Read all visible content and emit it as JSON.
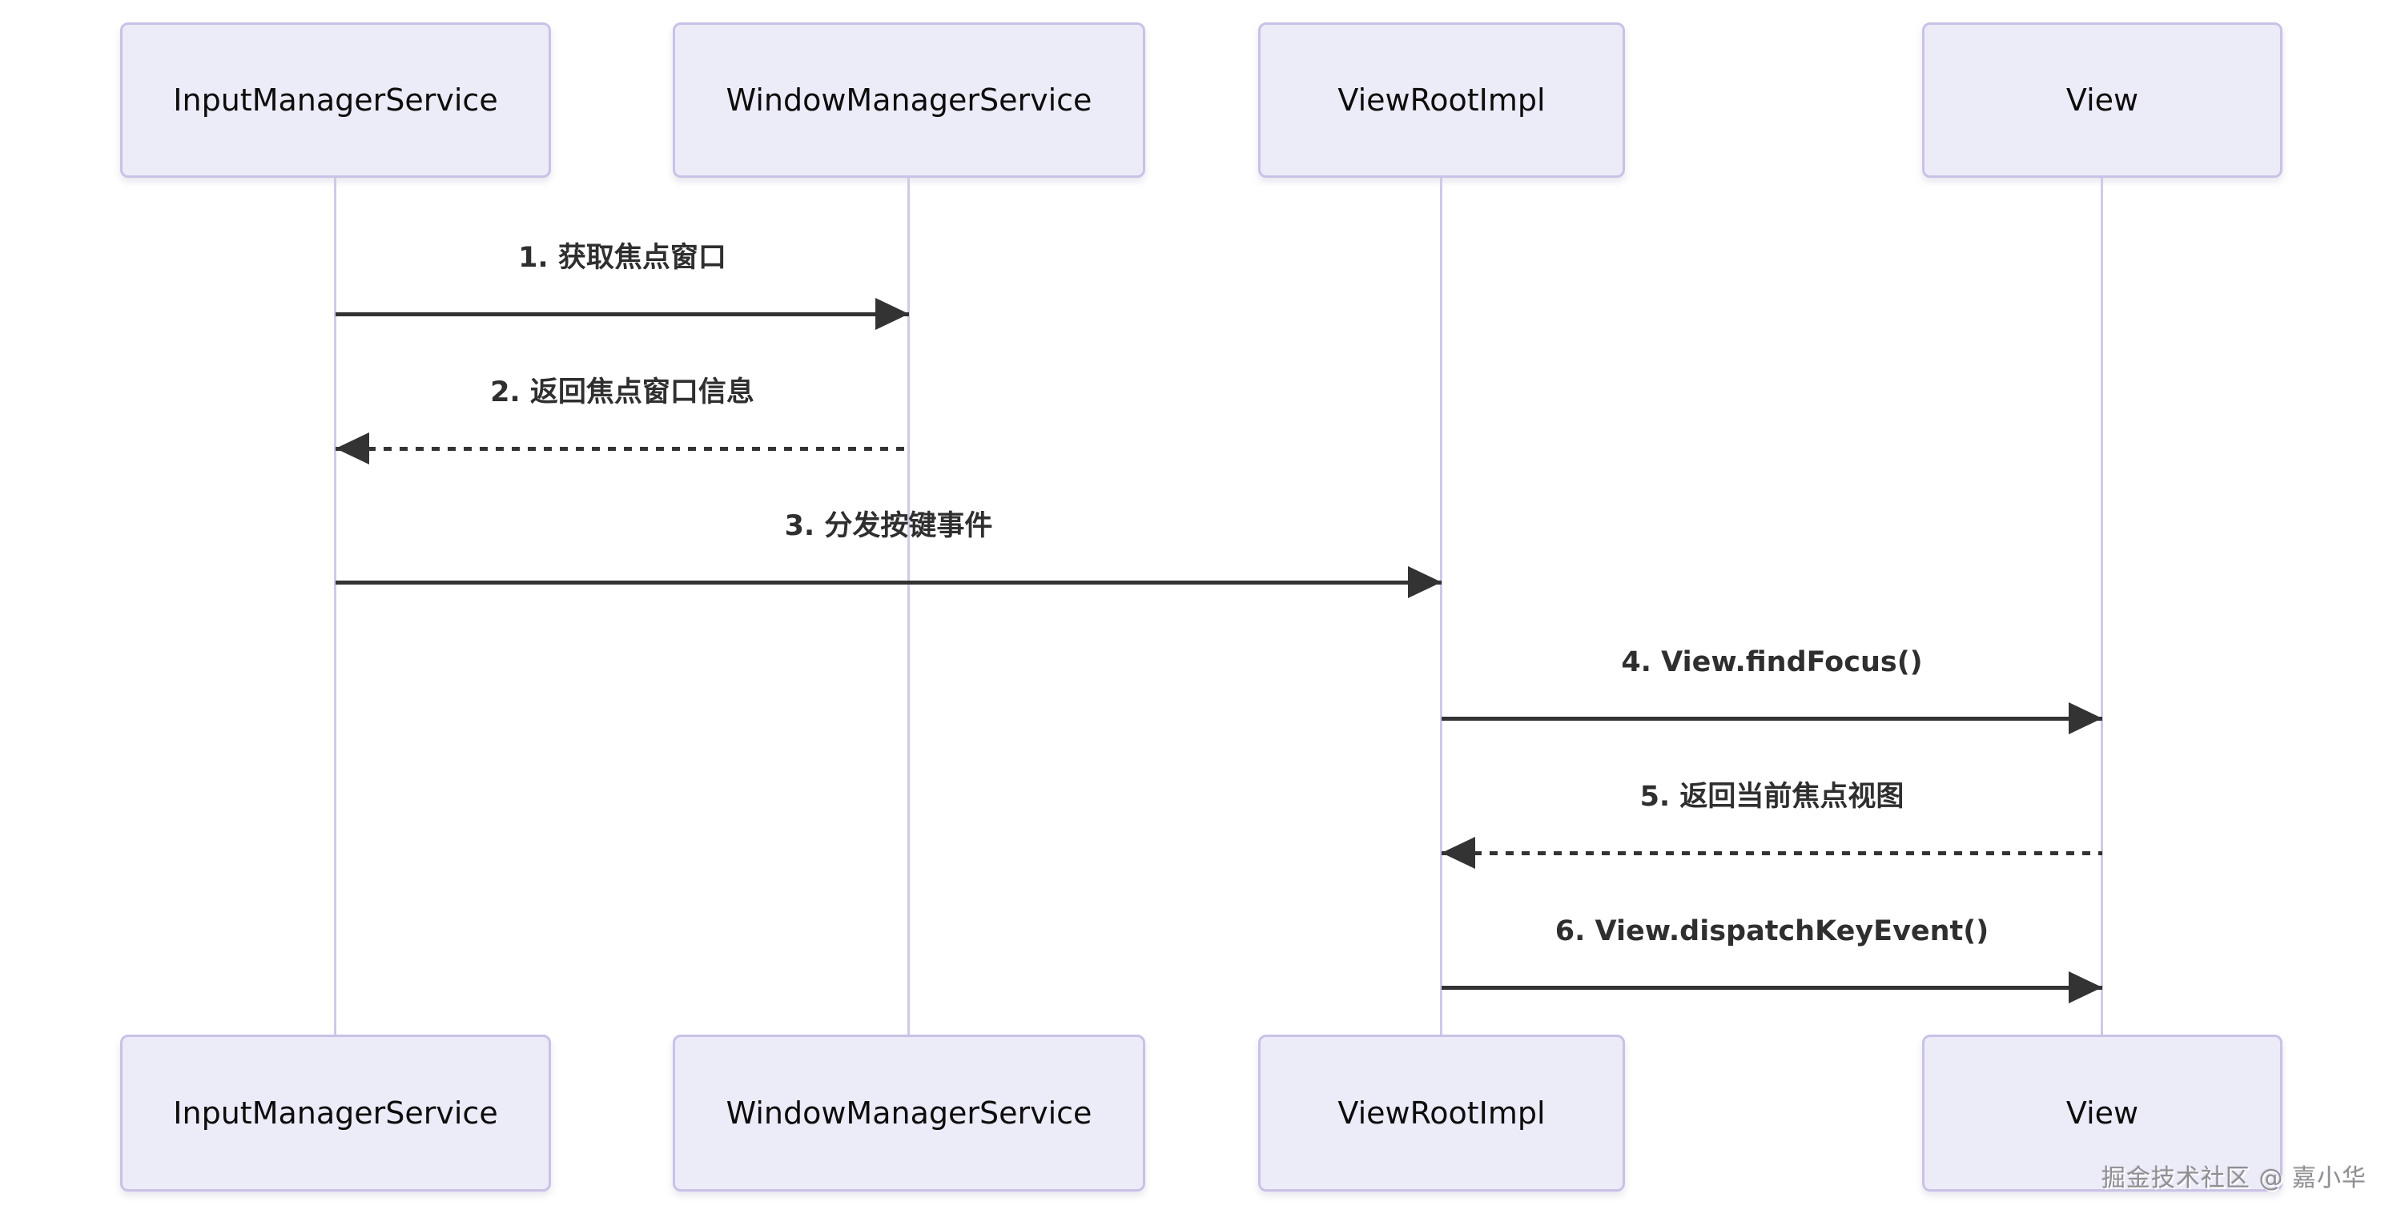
{
  "diagram_type": "sequence",
  "colors": {
    "background": "#ffffff",
    "actor_fill": "#ECEBF8",
    "actor_border": "#C9C2E6",
    "lifeline": "#CFC9E8",
    "arrow": "#333333",
    "message_text": "#2f2f2f",
    "actor_text": "#0d0d0d",
    "watermark_text": "#8F8F94"
  },
  "participants": [
    {
      "name": "InputManagerService"
    },
    {
      "name": "WindowManagerService"
    },
    {
      "name": "ViewRootImpl"
    },
    {
      "name": "View"
    }
  ],
  "messages": [
    {
      "seq": 1,
      "label": "1. 获取焦点窗口",
      "from": "InputManagerService",
      "to": "WindowManagerService",
      "line": "solid",
      "direction": "right"
    },
    {
      "seq": 2,
      "label": "2. 返回焦点窗口信息",
      "from": "WindowManagerService",
      "to": "InputManagerService",
      "line": "dashed",
      "direction": "left"
    },
    {
      "seq": 3,
      "label": "3. 分发按键事件",
      "from": "InputManagerService",
      "to": "ViewRootImpl",
      "line": "solid",
      "direction": "right"
    },
    {
      "seq": 4,
      "label": "4. View.findFocus()",
      "from": "ViewRootImpl",
      "to": "View",
      "line": "solid",
      "direction": "right"
    },
    {
      "seq": 5,
      "label": "5. 返回当前焦点视图",
      "from": "View",
      "to": "ViewRootImpl",
      "line": "dashed",
      "direction": "left"
    },
    {
      "seq": 6,
      "label": "6. View.dispatchKeyEvent()",
      "from": "ViewRootImpl",
      "to": "View",
      "line": "solid",
      "direction": "right"
    }
  ],
  "watermark": "掘金技术社区 @ 嘉小华"
}
